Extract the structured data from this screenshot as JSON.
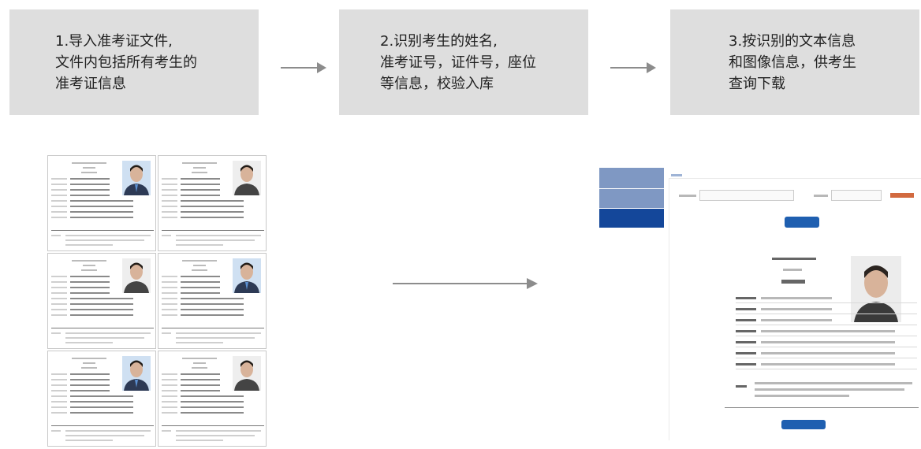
{
  "steps": [
    {
      "lines": [
        "1.导入准考证文件,",
        "文件内包括所有考生的",
        "准考证信息"
      ]
    },
    {
      "lines": [
        "2.识别考生的姓名,",
        "准考证号，证件号，座位",
        "等信息，校验入库"
      ]
    },
    {
      "lines": [
        "3.按识别的文本信息",
        "和图像信息，供考生",
        "查询下载"
      ]
    }
  ],
  "colors": {
    "box": "#dedede",
    "arrow": "#8c8c8c",
    "brand_blue": "#14479a",
    "nav_light": "#7f98c3"
  },
  "icons": [
    "arrow-right-icon",
    "portrait-photo",
    "admission-ticket-sheet",
    "query-page-mockup"
  ]
}
